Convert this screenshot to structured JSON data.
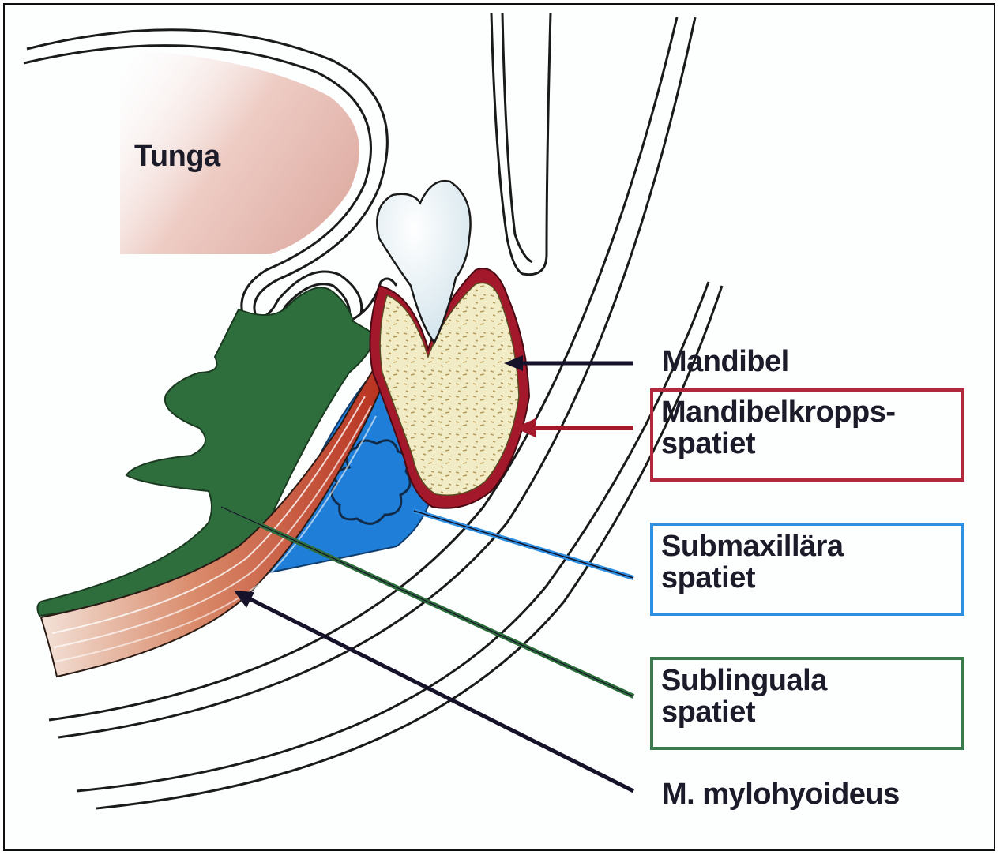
{
  "labels": {
    "tongue": "Tunga",
    "mandible": "Mandibel",
    "mandible_body_space": [
      "Mandibelkropps-",
      "spatiet"
    ],
    "submaxillary_space": [
      "Submaxillära",
      "spatiet"
    ],
    "sublingual_space": [
      "Sublinguala",
      "spatiet"
    ],
    "mylohyoid": "M. mylohyoideus"
  },
  "colors": {
    "sublingual_green": "#2e6d3c",
    "submaxillary_blue": "#1f7fd8",
    "periosteum_red": "#a3182b",
    "bone_yellow": "#f2ecc6",
    "tooth": "#e9f2f6",
    "tongue_pink": "#e9b9b0",
    "muscle_red": "#c94a32",
    "arrow_dark": "#15122a",
    "box_red": "#b2283c",
    "box_blue": "#2f8fe0",
    "box_green": "#3b7a4c"
  }
}
